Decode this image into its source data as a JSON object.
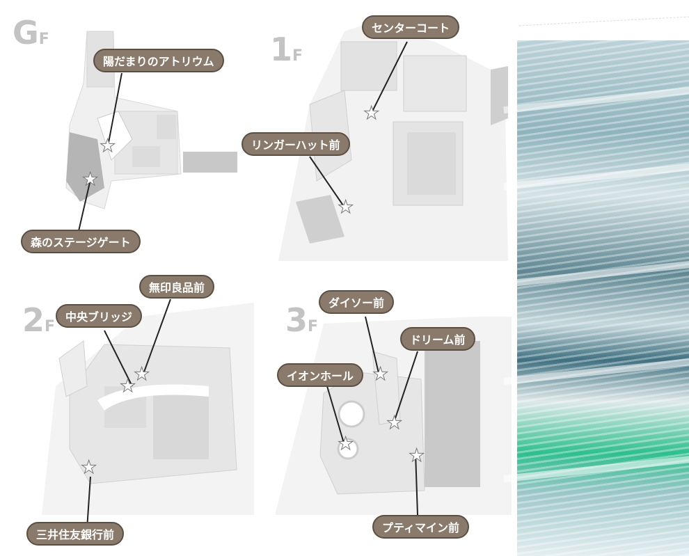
{
  "floors": [
    {
      "id": "gf",
      "number": "G",
      "unit": "F",
      "spots": [
        "陽だまりのアトリウム",
        "森のステージゲート"
      ]
    },
    {
      "id": "1f",
      "number": "1",
      "unit": "F",
      "spots": [
        "センターコート",
        "リンガーハット前"
      ]
    },
    {
      "id": "2f",
      "number": "2",
      "unit": "F",
      "spots": [
        "無印良品前",
        "中央ブリッジ",
        "三井住友銀行前"
      ]
    },
    {
      "id": "3f",
      "number": "3",
      "unit": "F",
      "spots": [
        "ダイソー前",
        "ドリーム前",
        "イオンホール",
        "プティマイン前"
      ]
    }
  ],
  "colors": {
    "callout_fill": "#8a7a6c",
    "callout_border": "#5b4e43",
    "map_bg": "#f2f2f2",
    "map_building": "#e4e4e4",
    "map_anchor": "#c8c8c8",
    "marker": "#ffffff"
  },
  "icons": {
    "marker": "star-icon"
  }
}
